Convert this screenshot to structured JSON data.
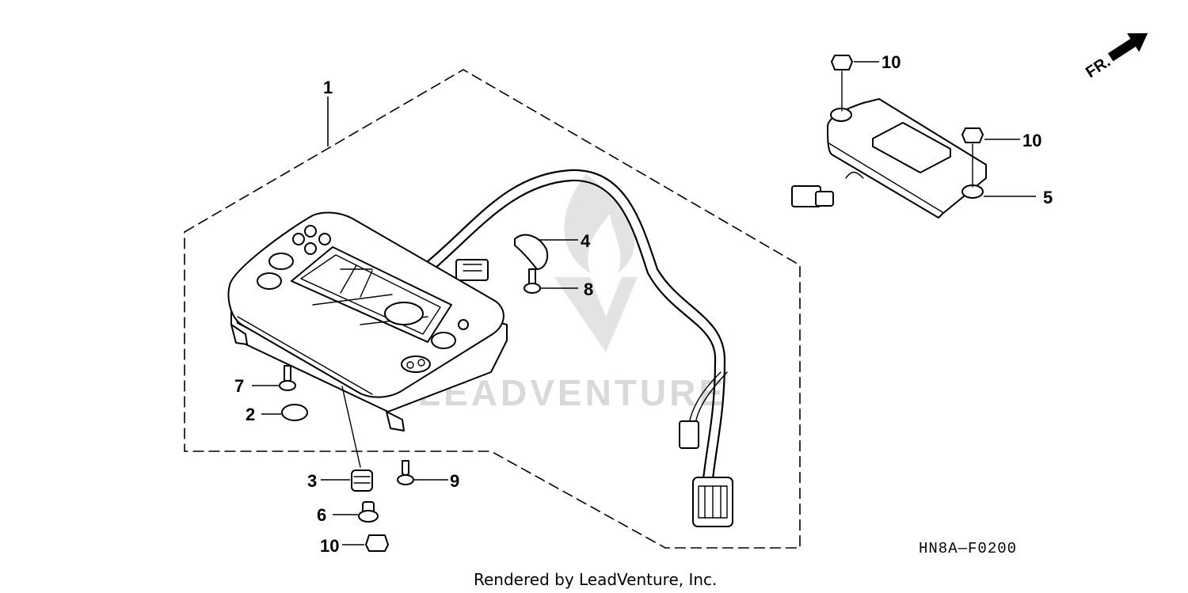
{
  "callouts": {
    "c1": "1",
    "c2": "2",
    "c3": "3",
    "c4": "4",
    "c5": "5",
    "c6": "6",
    "c7": "7",
    "c8": "8",
    "c9": "9",
    "c10a": "10",
    "c10b": "10",
    "c10c": "10"
  },
  "direction_label": "FR.",
  "diagram_code": "HN8A—F0200",
  "credit": "Rendered by LeadVenture, Inc.",
  "watermark": "LEADVENTURE"
}
